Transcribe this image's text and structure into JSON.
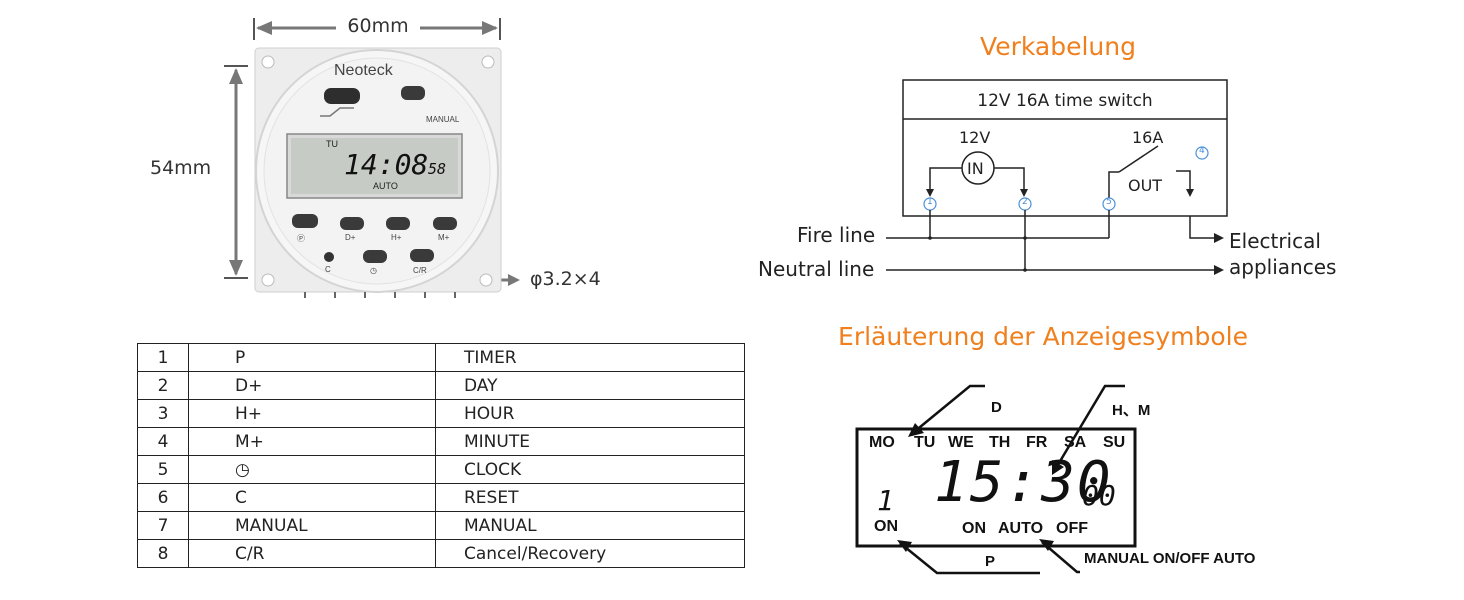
{
  "device": {
    "width_label": "60mm",
    "height_label": "54mm",
    "hole_label": "φ3.2×4",
    "brand": "Neoteck",
    "manual_label": "MANUAL",
    "lcd_day": "TU",
    "lcd_time": "14:08",
    "lcd_seconds": "58",
    "lcd_mode": "AUTO",
    "buttons": [
      "Ⓟ",
      "D+",
      "H+",
      "M+",
      "C",
      "◷",
      "C/R"
    ]
  },
  "wiring": {
    "title": "Verkabelung",
    "box_title": "12V 16A time switch",
    "voltage_label": "12V",
    "in_label": "IN",
    "current_label": "16A",
    "out_label": "OUT",
    "terminals": [
      "1",
      "2",
      "5",
      "4"
    ],
    "fire_line": "Fire line",
    "neutral_line": "Neutral line",
    "appliances_line1": "Electrical",
    "appliances_line2": "appliances"
  },
  "legend": {
    "rows": [
      {
        "num": "1",
        "key": "P",
        "desc": "TIMER"
      },
      {
        "num": "2",
        "key": "D+",
        "desc": "DAY"
      },
      {
        "num": "3",
        "key": "H+",
        "desc": "HOUR"
      },
      {
        "num": "4",
        "key": "M+",
        "desc": "MINUTE"
      },
      {
        "num": "5",
        "key": "◷",
        "desc": "CLOCK"
      },
      {
        "num": "6",
        "key": "C",
        "desc": "RESET"
      },
      {
        "num": "7",
        "key": "MANUAL",
        "desc": "MANUAL"
      },
      {
        "num": "8",
        "key": "C/R",
        "desc": "Cancel/Recovery"
      }
    ]
  },
  "display": {
    "title": "Erläuterung der Anzeigesymbole",
    "days": [
      "MO",
      "TU",
      "WE",
      "TH",
      "FR",
      "SA",
      "SU"
    ],
    "time": "15:30",
    "seconds": "00",
    "program": "1",
    "on_left": "ON",
    "mode_on": "ON",
    "mode_auto": "AUTO",
    "mode_off": "OFF",
    "callout_d": "D",
    "callout_hm": "H、M",
    "callout_p": "P",
    "callout_manual": "MANUAL ON/OFF AUTO"
  }
}
